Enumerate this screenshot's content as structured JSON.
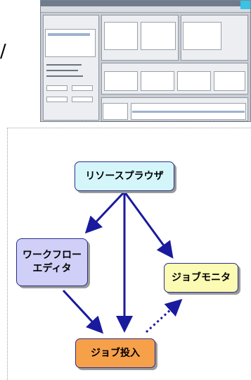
{
  "diagram": {
    "nodes": {
      "resource_browser": "リソースプラウザ",
      "workflow_editor": "ワークフロー\nエディタ",
      "job_monitor": "ジョブモニタ",
      "job_submit": "ジョブ投入"
    },
    "edges": [
      {
        "from": "resource_browser",
        "to": "workflow_editor",
        "style": "solid"
      },
      {
        "from": "resource_browser",
        "to": "job_submit",
        "style": "solid"
      },
      {
        "from": "resource_browser",
        "to": "job_monitor",
        "style": "solid"
      },
      {
        "from": "workflow_editor",
        "to": "job_submit",
        "style": "solid"
      },
      {
        "from": "job_submit",
        "to": "job_monitor",
        "style": "dotted"
      }
    ],
    "colors": {
      "arrow": "#1a1a9e",
      "resource_browser_fill": "#d4f6fb",
      "workflow_editor_fill": "#cfcff7",
      "job_monitor_fill": "#fbfbb4",
      "job_submit_fill": "#f7a04a"
    }
  },
  "thumbnail": {
    "description_icon": "application-screenshot"
  },
  "decor": {
    "slash": "/"
  }
}
